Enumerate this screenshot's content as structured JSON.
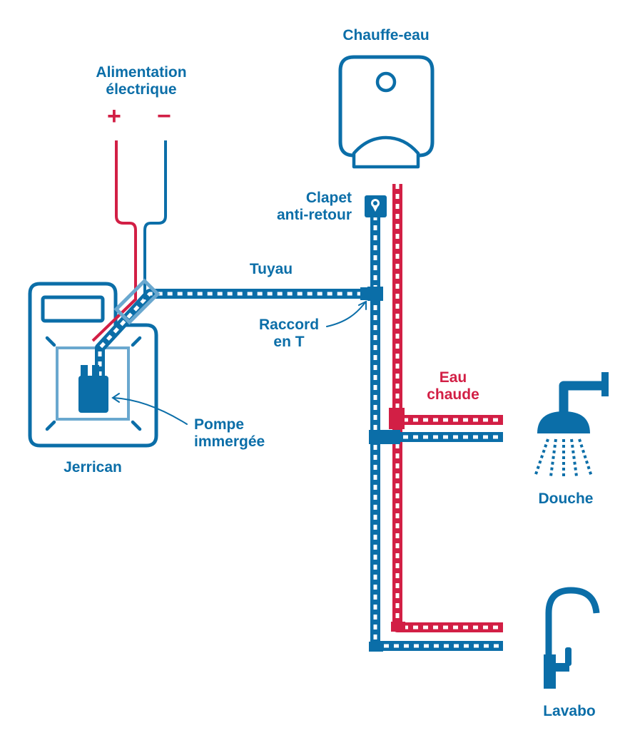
{
  "colors": {
    "blue": "#0b6ea8",
    "light_blue": "#6aa8cf",
    "red": "#d21f45",
    "white": "#ffffff"
  },
  "labels": {
    "power_supply_line1": "Alimentation",
    "power_supply_line2": "électrique",
    "plus": "+",
    "minus": "−",
    "water_heater": "Chauffe-eau",
    "check_valve_line1": "Clapet",
    "check_valve_line2": "anti-retour",
    "pipe": "Tuyau",
    "tee_fitting_line1": "Raccord",
    "tee_fitting_line2": "en T",
    "jerrican": "Jerrican",
    "pump_line1": "Pompe",
    "pump_line2": "immergée",
    "hot_water_line1": "Eau",
    "hot_water_line2": "chaude",
    "shower": "Douche",
    "sink": "Lavabo"
  },
  "icons": [
    "water-heater-icon",
    "jerrican-icon",
    "submersible-pump-icon",
    "check-valve-icon",
    "shower-head-icon",
    "faucet-icon"
  ]
}
